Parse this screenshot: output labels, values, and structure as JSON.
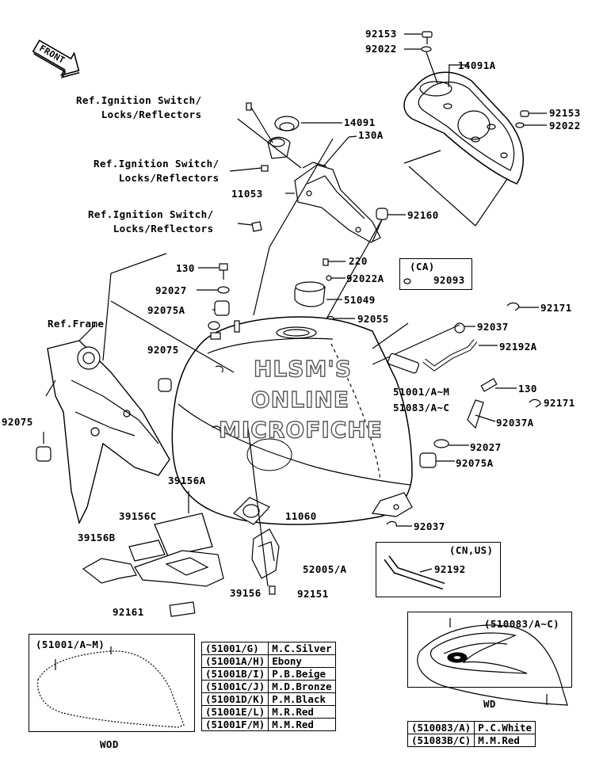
{
  "front_label": "FRONT",
  "watermark": [
    "HLSM'S",
    "ONLINE",
    "MICROFICHE"
  ],
  "refs": {
    "ign1": [
      "Ref.Ignition Switch/",
      "Locks/Reflectors"
    ],
    "ign2": [
      "Ref.Ignition Switch/",
      "Locks/Reflectors"
    ],
    "ign3": [
      "Ref.Ignition Switch/",
      "Locks/Reflectors"
    ],
    "frame": "Ref.Frame"
  },
  "parts": {
    "p92153a": "92153",
    "p92022a": "92022",
    "p14091A": "14091A",
    "p92153b": "92153",
    "p92022b": "92022",
    "p14091": "14091",
    "p130A": "130A",
    "p11053": "11053",
    "p92160": "92160",
    "p220": "220",
    "p92022A": "92022A",
    "p130": "130",
    "p92027a": "92027",
    "p92075Aa": "92075A",
    "p51049": "51049",
    "p92055": "92055",
    "p92171a": "92171",
    "p92037a": "92037",
    "p92192A": "92192A",
    "p92075a": "92075",
    "p92075b": "92075",
    "p51001": "51001/A~M",
    "p51083": "51083/A~C",
    "p130b": "130",
    "p92171b": "92171",
    "p92037A": "92037A",
    "p92027b": "92027",
    "p92075Ab": "92075A",
    "p39156A": "39156A",
    "p39156C": "39156C",
    "p39156B": "39156B",
    "p11060": "11060",
    "p92037b": "92037",
    "p52005": "52005/A",
    "p39156": "39156",
    "p92151": "92151",
    "p92161": "92161",
    "p92192": "92192",
    "p92093": "92093"
  },
  "inset_ca": {
    "tag": "(CA)"
  },
  "inset_cnus": {
    "tag": "(CN,US)"
  },
  "wod": {
    "tag": "(51001/A~M)",
    "caption": "WOD"
  },
  "wd": {
    "tag": "(510083/A~C)",
    "caption": "WD"
  },
  "color_table": [
    [
      "(51001/G)",
      "M.C.Silver"
    ],
    [
      "(51001A/H)",
      "Ebony"
    ],
    [
      "(51001B/I)",
      "P.B.Beige"
    ],
    [
      "(51001C/J)",
      "M.D.Bronze"
    ],
    [
      "(51001D/K)",
      "P.M.Black"
    ],
    [
      "(51001E/L)",
      "M.R.Red"
    ],
    [
      "(51001F/M)",
      "M.M.Red"
    ]
  ],
  "color_table_wd": [
    [
      "(510083/A)",
      "P.C.White"
    ],
    [
      "(51083B/C)",
      "M.M.Red"
    ]
  ]
}
